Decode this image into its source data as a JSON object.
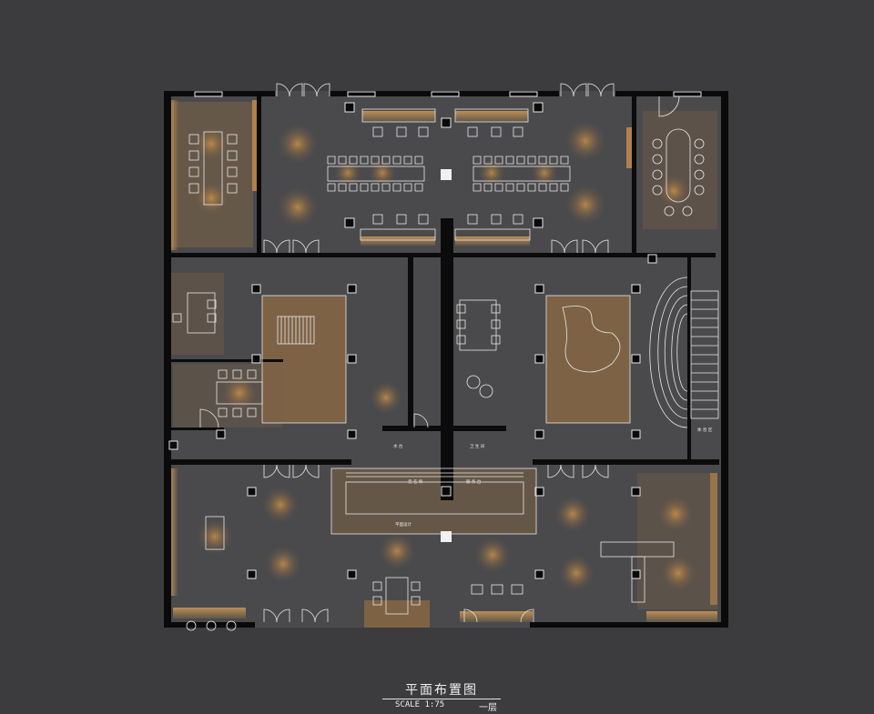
{
  "drawing": {
    "title": "平面布置图",
    "scale": "SCALE 1:75",
    "level": "一层"
  },
  "room_labels": {
    "r1": "无 名 称",
    "r2": "服 务 台",
    "r3": "平面设计",
    "r4": "水 台",
    "r5": "卫 生 间",
    "r6": "休 息 区"
  },
  "colors": {
    "background": "#3c3c3e",
    "floor": "#4a4a4c",
    "wall": "#0a0a0a",
    "line": "#e8e8e8",
    "glow": "#d79a4c"
  },
  "icons": [
    "ceiling-light-icon",
    "column-icon",
    "door-icon",
    "stair-icon",
    "chair-icon",
    "table-icon"
  ]
}
